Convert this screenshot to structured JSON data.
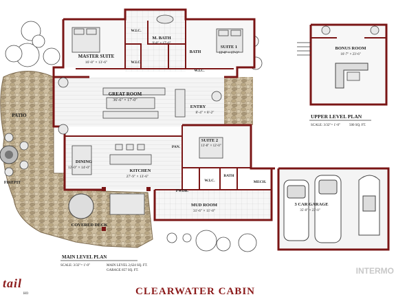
{
  "rooms": {
    "master_suite": {
      "name": "MASTER SUITE",
      "dims": "16'-8\" × 13'-6\""
    },
    "m_bath": {
      "name": "M. BATH",
      "dims": "9'-8\" × 17'-6\""
    },
    "wic_top": {
      "name": "W.I.C."
    },
    "wic_master": {
      "name": "W.I.C."
    },
    "bath_top": {
      "name": "BATH"
    },
    "wic_suite1": {
      "name": "W.I.C."
    },
    "suite1": {
      "name": "SUITE 1",
      "dims": "12'-0\" × 17'-3\""
    },
    "great_room": {
      "name": "GREAT ROOM",
      "dims": "36'-6\" × 17'-0\""
    },
    "entry": {
      "name": "ENTRY",
      "dims": "8'-4\" × 8'-2\""
    },
    "patio": {
      "name": "PATIO"
    },
    "firepit": {
      "name": "FIREPIT"
    },
    "dining": {
      "name": "DINING",
      "dims": "12'-0\" × 14'-0\""
    },
    "kitchen": {
      "name": "KITCHEN",
      "dims": "27'-9\" × 13'-6\""
    },
    "pan": {
      "name": "PAN."
    },
    "suite2": {
      "name": "SUITE 2",
      "dims": "13'-8\" × 12'-0\""
    },
    "wic_suite2": {
      "name": "W.I.C."
    },
    "bath_suite2": {
      "name": "BATH"
    },
    "pwdr": {
      "name": "PWDR."
    },
    "mech": {
      "name": "MECH."
    },
    "mud_room": {
      "name": "MUD ROOM",
      "dims": "31'-6\" × 11'-8\""
    },
    "covered_deck": {
      "name": "COVERED DECK"
    },
    "garage": {
      "name": "3 CAR GARAGE",
      "dims": "35'-0\" × 23'-0\""
    },
    "bonus_room": {
      "name": "BONUS ROOM",
      "dims": "16'-7\" × 23'-6\""
    }
  },
  "upper_level": {
    "title": "UPPER LEVEL PLAN",
    "scale": "SCALE: 3/32\"= 1'-0\"",
    "area": "500 SQ. FT."
  },
  "main_level": {
    "title": "MAIN LEVEL PLAN",
    "scale": "SCALE: 3/32\"= 1'-0\"",
    "area": "MAIN LEVEL 2,624 SQ. FT.",
    "garage_area": "GARAGE 857 SQ. FT."
  },
  "project_title": "CLEARWATER CABIN",
  "logo_text": "tail",
  "logo_sub": "HO",
  "watermark": "INTERMO",
  "colors": {
    "wall": "#7a1515",
    "title": "#8b1a1a",
    "stone": "#c9b89a",
    "floor": "#f2f2f2"
  }
}
